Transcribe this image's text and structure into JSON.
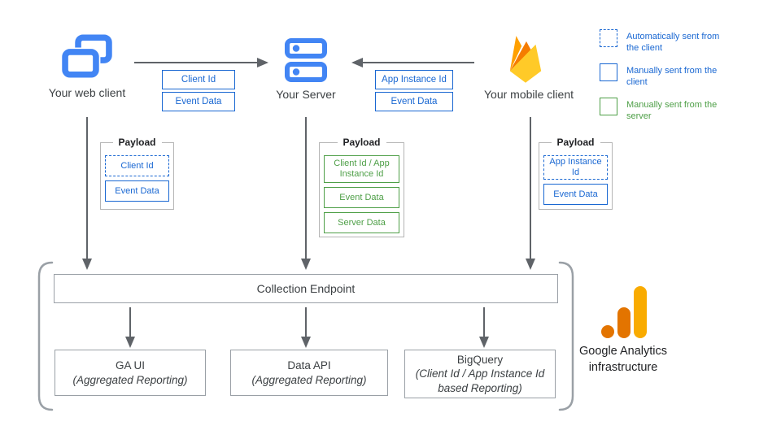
{
  "nodes": {
    "web": {
      "label": "Your web client"
    },
    "server": {
      "label": "Your Server"
    },
    "mobile": {
      "label": "Your mobile client"
    }
  },
  "flows": {
    "web_to_server": {
      "params": [
        "Client Id",
        "Event Data"
      ]
    },
    "mobile_to_server": {
      "params": [
        "App Instance Id",
        "Event Data"
      ]
    }
  },
  "legend": {
    "items": [
      {
        "label": "Automatically sent from the client",
        "style": "dashed-blue"
      },
      {
        "label": "Manually sent from the client",
        "style": "solid-blue"
      },
      {
        "label": "Manually sent from the server",
        "style": "solid-green"
      }
    ]
  },
  "payloads": [
    {
      "title": "Payload",
      "owner": "web",
      "items": [
        {
          "label": "Client Id",
          "style": "dashed-blue"
        },
        {
          "label": "Event Data",
          "style": "solid-blue"
        }
      ]
    },
    {
      "title": "Payload",
      "owner": "server",
      "items": [
        {
          "label": "Client Id / App Instance Id",
          "style": "solid-green"
        },
        {
          "label": "Event Data",
          "style": "solid-green"
        },
        {
          "label": "Server Data",
          "style": "solid-green"
        }
      ]
    },
    {
      "title": "Payload",
      "owner": "mobile",
      "items": [
        {
          "label": "App Instance Id",
          "style": "dashed-blue"
        },
        {
          "label": "Event Data",
          "style": "solid-blue"
        }
      ]
    }
  ],
  "infrastructure": {
    "endpoint_label": "Collection Endpoint",
    "outputs": [
      {
        "title": "GA UI",
        "subtitle": "(Aggregated Reporting)"
      },
      {
        "title": "Data API",
        "subtitle": "(Aggregated Reporting)"
      },
      {
        "title": "BigQuery",
        "subtitle": "(Client Id / App Instance Id based Reporting)"
      }
    ],
    "caption": "Google Analytics infrastructure"
  },
  "colors": {
    "blue": "#1967D2",
    "green": "#4E9F47",
    "icon_blue": "#4285F4",
    "arrow": "#5F6368",
    "bracket": "#9AA0A6",
    "ga_orange": "#E37400",
    "ga_amber": "#F9AB00",
    "firebase_amber": "#FFA000",
    "firebase_orange": "#F57C00",
    "firebase_yellow": "#FFCA28"
  }
}
